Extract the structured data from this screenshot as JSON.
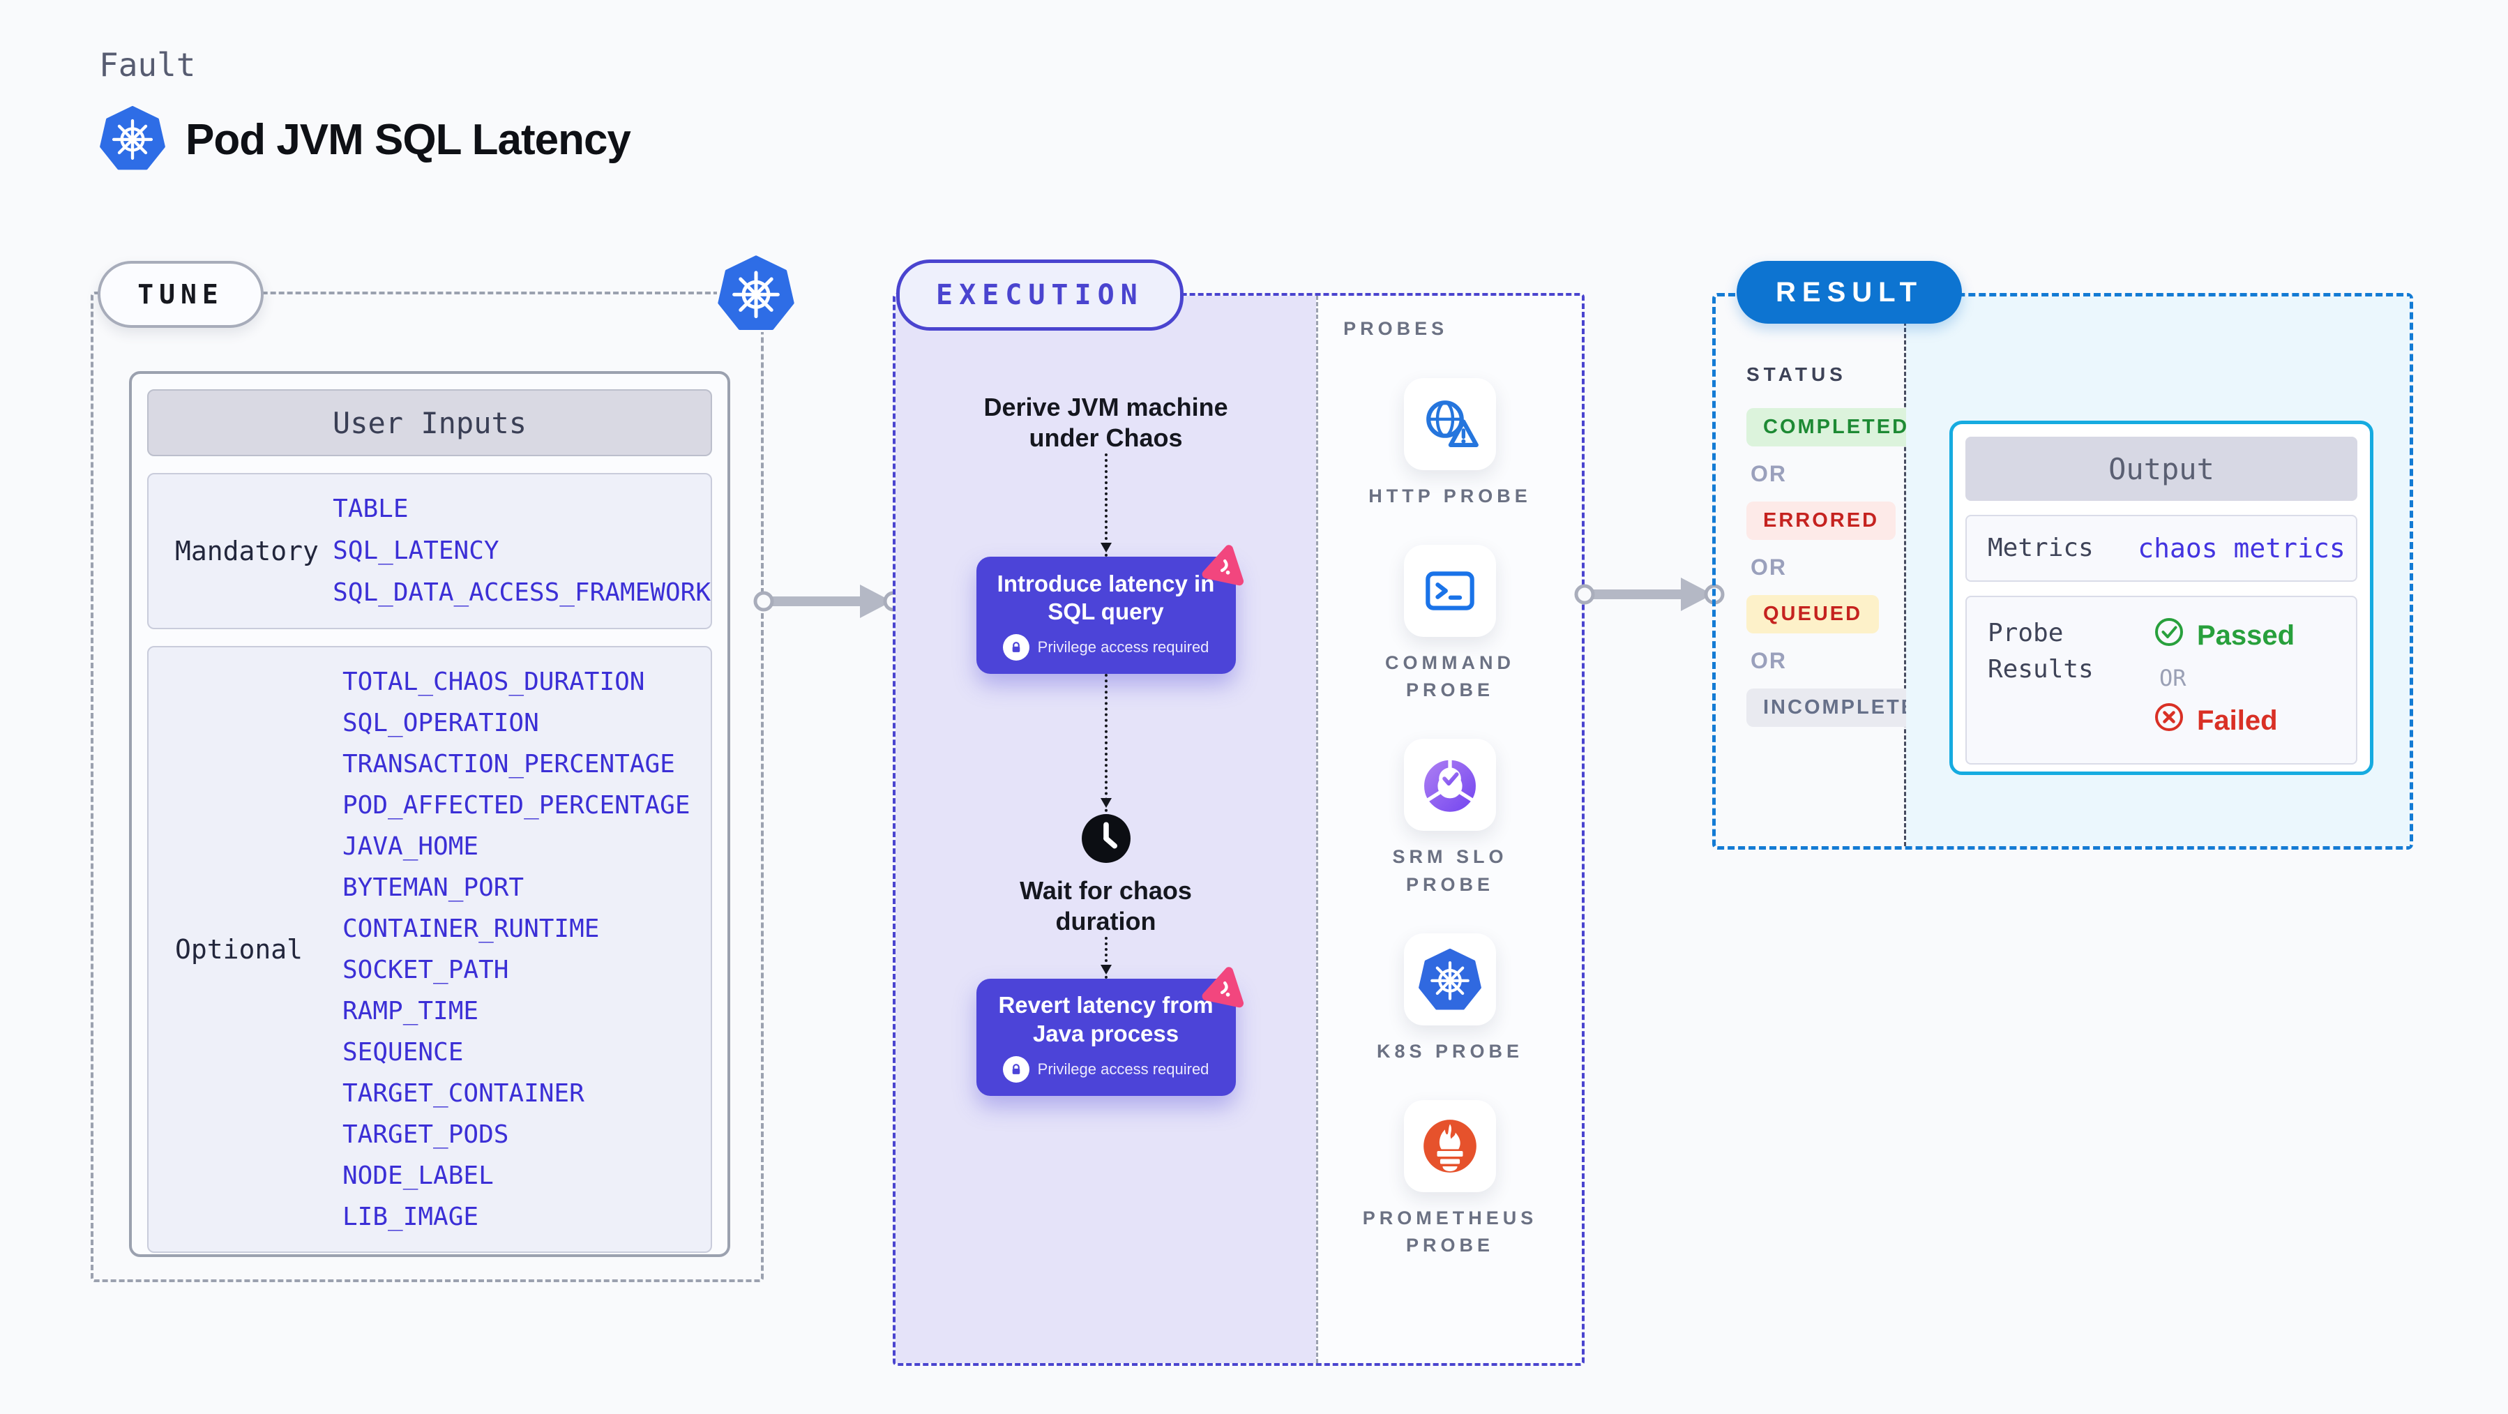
{
  "header": {
    "kicker": "Fault",
    "title": "Pod JVM SQL Latency"
  },
  "tune": {
    "badge": "TUNE",
    "table": {
      "header": "User Inputs",
      "mandatory_label": "Mandatory",
      "mandatory": [
        "TABLE",
        "SQL_LATENCY",
        "SQL_DATA_ACCESS_FRAMEWORK"
      ],
      "optional_label": "Optional",
      "optional": [
        "TOTAL_CHAOS_DURATION",
        "SQL_OPERATION",
        "TRANSACTION_PERCENTAGE",
        "POD_AFFECTED_PERCENTAGE",
        "JAVA_HOME",
        "BYTEMAN_PORT",
        "CONTAINER_RUNTIME",
        "SOCKET_PATH",
        "RAMP_TIME",
        "SEQUENCE",
        "TARGET_CONTAINER",
        "TARGET_PODS",
        "NODE_LABEL",
        "LIB_IMAGE"
      ]
    }
  },
  "execution": {
    "badge": "EXECUTION",
    "step_derive": "Derive JVM machine under Chaos",
    "box_introduce": "Introduce latency in SQL query",
    "privilege_note": "Privilege access required",
    "step_wait": "Wait for chaos duration",
    "box_revert": "Revert latency from Java process"
  },
  "probes": {
    "label": "PROBES",
    "items": [
      {
        "label": "HTTP PROBE",
        "icon": "globe-warning-icon"
      },
      {
        "label": "COMMAND PROBE",
        "icon": "terminal-icon"
      },
      {
        "label": "SRM SLO PROBE",
        "icon": "slo-donut-icon"
      },
      {
        "label": "K8S PROBE",
        "icon": "kubernetes-icon"
      },
      {
        "label": "PROMETHEUS PROBE",
        "icon": "prometheus-icon"
      }
    ]
  },
  "result": {
    "badge": "RESULT",
    "status_label": "STATUS",
    "or": "OR",
    "statuses": [
      "COMPLETED",
      "ERRORED",
      "QUEUED",
      "INCOMPLETED"
    ],
    "output": {
      "header": "Output",
      "metrics_label": "Metrics",
      "metrics_value": "chaos metrics",
      "probe_results_label": "Probe Results",
      "passed": "Passed",
      "or": "OR",
      "failed": "Failed"
    }
  },
  "colors": {
    "kubernetes_blue": "#326ce5",
    "execution_purple": "#4a44cf",
    "chaos_box_purple": "#4c44d8",
    "pink_mark": "#f2467e",
    "result_blue": "#0d74d1",
    "output_border_cyan": "#16abe0",
    "passed_green": "#28a03c",
    "failed_red": "#d93025",
    "prometheus_orange": "#e6522c",
    "env_var_blue": "#3b2fd6"
  }
}
